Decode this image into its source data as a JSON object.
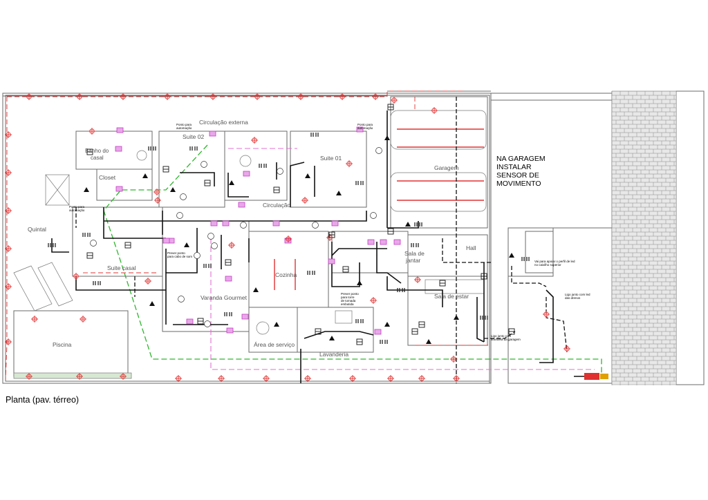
{
  "caption": "Planta (pav. térreo)",
  "rooms": {
    "circulacao_externa": "Circulação externa",
    "suite02": "Suite 02",
    "suite01": "Suite 01",
    "banho_casal_1": "Banho do",
    "banho_casal_2": "casal",
    "closet": "Closet",
    "circulacao": "Circulação",
    "quintal": "Quintal",
    "suite_casal": "Suite casal",
    "garagem": "Garagem",
    "hall": "Hall",
    "sala_jantar_1": "Sala de",
    "sala_jantar_2": "jantar",
    "cozinha": "Cozinha",
    "sala_estar": "Sala de estar",
    "varanda": "Varanda Gourmet",
    "area_servico": "Área de serviço",
    "lavanderia": "Lavanderia",
    "piscina": "Piscina"
  },
  "notes": {
    "garagem_note": [
      "NA GARAGEM",
      "INSTALAR",
      "SENSOR DE",
      "MOVIMENTO"
    ],
    "ponto_auto_1": [
      "Ponto para",
      "automação"
    ],
    "ponto_auto_2": [
      "Ponto para",
      "automação"
    ],
    "ponto_auto_3": [
      "Ponto para",
      "automação"
    ],
    "prever_cabos": [
      "Prever ponto",
      "para cabo de som"
    ],
    "prever_torre": [
      "Prever ponto",
      "para torre",
      "de tomada",
      "embutida"
    ],
    "ligo_garagem": [
      "Ligo junto com",
      "arandela da garagem"
    ],
    "ligo_led": [
      "Ligo junto com led",
      "das drenos"
    ],
    "vai_perfil": [
      "Vai para apoiar o perfil de led",
      "no caixilho superior"
    ]
  },
  "colors": {
    "wall": "#6a6a6a",
    "conduit": "#111111",
    "green_line": "#2db52d",
    "pink_line": "#e070d0",
    "red_marker": "#e03030",
    "magenta_box": "#c43cc4"
  }
}
